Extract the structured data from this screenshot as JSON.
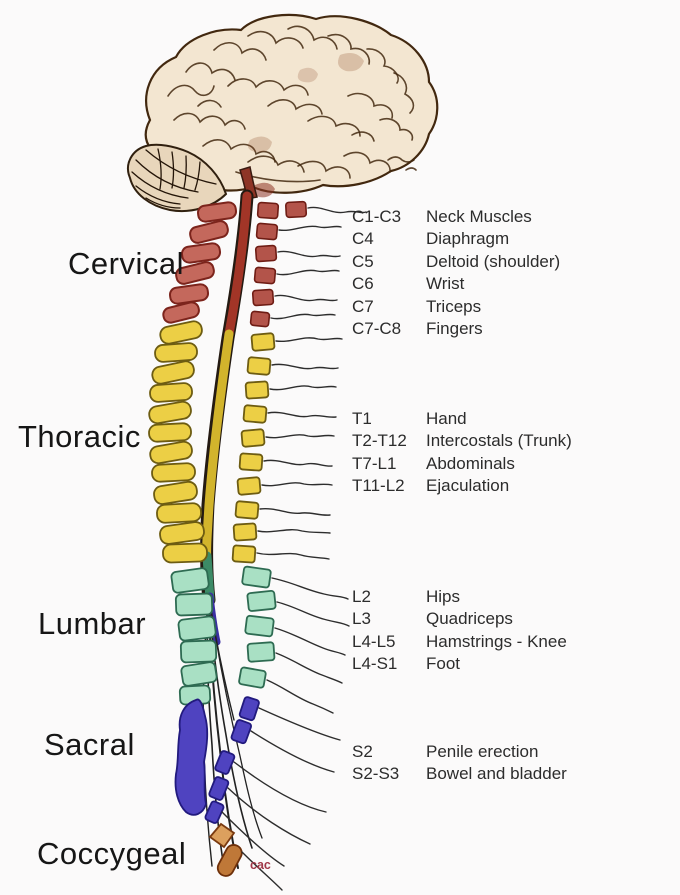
{
  "regions": [
    {
      "name": "Cervical"
    },
    {
      "name": "Thoracic"
    },
    {
      "name": "Lumbar"
    },
    {
      "name": "Sacral"
    },
    {
      "name": "Coccygeal"
    }
  ],
  "tables": {
    "cervical": {
      "rows": [
        {
          "level": "C1-C3",
          "function": "Neck Muscles"
        },
        {
          "level": "C4",
          "function": "Diaphragm"
        },
        {
          "level": "C5",
          "function": "Deltoid (shoulder)"
        },
        {
          "level": "C6",
          "function": "Wrist"
        },
        {
          "level": "C7",
          "function": "Triceps"
        },
        {
          "level": "C7-C8",
          "function": "Fingers"
        }
      ]
    },
    "thoracic": {
      "rows": [
        {
          "level": "T1",
          "function": "Hand"
        },
        {
          "level": "T2-T12",
          "function": "Intercostals (Trunk)"
        },
        {
          "level": "T7-L1",
          "function": "Abdominals"
        },
        {
          "level": "T11-L2",
          "function": "Ejaculation"
        }
      ]
    },
    "lumbar": {
      "rows": [
        {
          "level": "L2",
          "function": "Hips"
        },
        {
          "level": "L3",
          "function": "Quadriceps"
        },
        {
          "level": "L4-L5",
          "function": "Hamstrings - Knee"
        },
        {
          "level": "L4-S1",
          "function": "Foot"
        }
      ]
    },
    "sacral": {
      "rows": [
        {
          "level": "S2",
          "function": "Penile erection"
        },
        {
          "level": "S2-S3",
          "function": "Bowel and bladder"
        }
      ]
    }
  },
  "footnote": {
    "text": "cac"
  },
  "colors": {
    "cervical": "#c4685c",
    "cervical-root": "#b3544a",
    "thoracic": "#eccf45",
    "lumbar": "#a9e0c4",
    "sacral": "#4f43c0",
    "coccyx": "#bf7838",
    "coccyx-light": "#dca05e",
    "cord-red": "#a23527",
    "cord-yellow": "#d2b42c",
    "cord-green": "#3c8a66",
    "cord-blue": "#3a2fa2",
    "brain-fill": "#f3e6d1",
    "brain-line": "#42280f",
    "cerebellum-fill": "#e8d6bb",
    "cac": "#a03848",
    "background": "#fbfafa"
  }
}
